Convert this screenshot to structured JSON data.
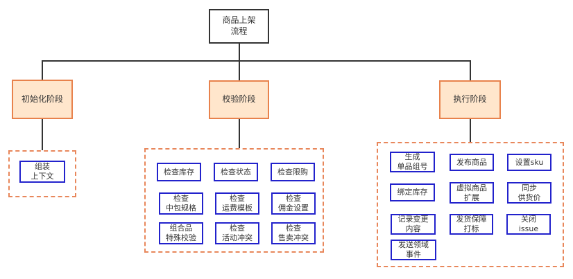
{
  "colors": {
    "background": "#ffffff",
    "text": "#333333",
    "line": "#333333",
    "node_border": "#333333",
    "phase_fill": "#ffe6cc",
    "phase_border": "#e8824c",
    "container_border": "#e8875b",
    "task_border": "#2222cc"
  },
  "root": {
    "label": "商品上架\n流程"
  },
  "phases": {
    "init": {
      "label": "初始化阶段"
    },
    "validate": {
      "label": "校验阶段"
    },
    "execute": {
      "label": "执行阶段"
    }
  },
  "groups": {
    "init": {
      "items": [
        {
          "label": "组装\n上下文"
        }
      ]
    },
    "validate": {
      "items": [
        {
          "label": "检查库存"
        },
        {
          "label": "检查状态"
        },
        {
          "label": "检查限购"
        },
        {
          "label": "检查\n中包规格"
        },
        {
          "label": "检查\n运费模板"
        },
        {
          "label": "检查\n佣金设置"
        },
        {
          "label": "组合品\n特殊校验"
        },
        {
          "label": "检查\n活动冲突"
        },
        {
          "label": "检查\n售卖冲突"
        }
      ]
    },
    "execute": {
      "items": [
        {
          "label": "生成\n单品组号"
        },
        {
          "label": "发布商品"
        },
        {
          "label": "设置sku"
        },
        {
          "label": "绑定库存"
        },
        {
          "label": "虚拟商品\n扩展"
        },
        {
          "label": "同步\n供货价"
        },
        {
          "label": "记录变更\n内容"
        },
        {
          "label": "发货保障\n打标"
        },
        {
          "label": "关闭\nissue"
        },
        {
          "label": "发送领域\n事件"
        }
      ]
    }
  }
}
